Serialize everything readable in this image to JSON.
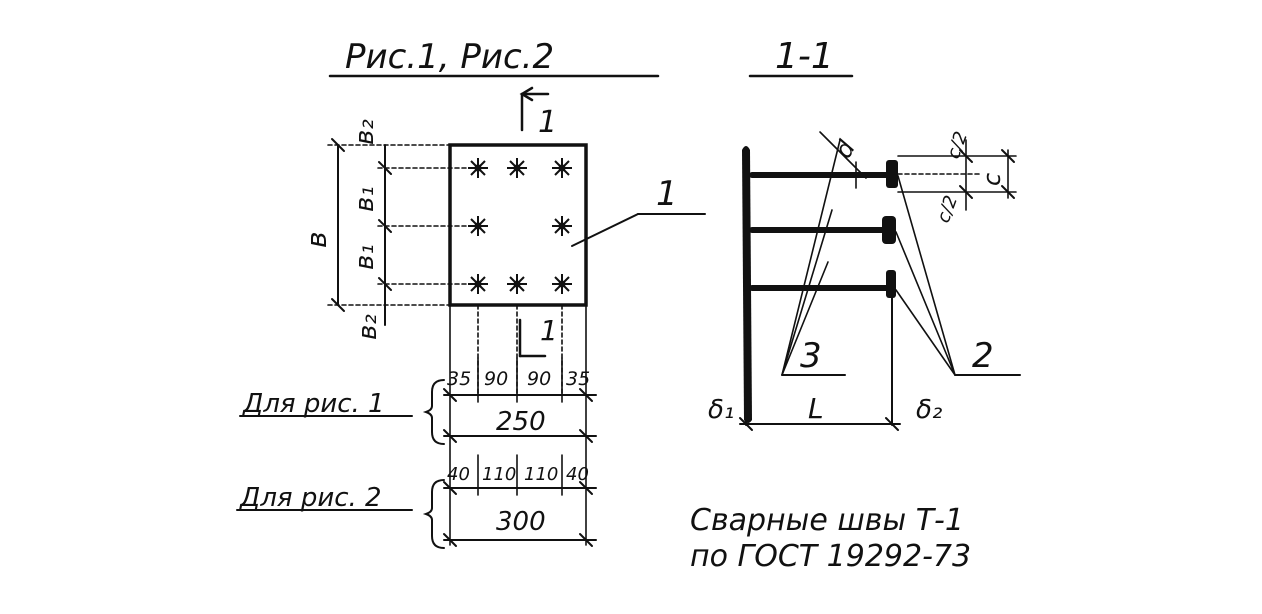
{
  "titles": {
    "figures": "Рис.1, Рис.2",
    "section": "1-1"
  },
  "plan": {
    "section_mark": "1",
    "callout_1": "1",
    "dim_B": "в",
    "dim_b1_top": "в₁",
    "dim_b1_bottom": "в₁",
    "dim_b2_top": "в₂",
    "dim_b2_bottom": "в₂"
  },
  "fig1": {
    "label": "Для рис. 1",
    "spacings": [
      "35",
      "90",
      "90",
      "35"
    ],
    "total": "250"
  },
  "fig2": {
    "label": "Для рис. 2",
    "spacings": [
      "40",
      "110",
      "110",
      "40"
    ],
    "total": "300"
  },
  "section_view": {
    "dim_d": "d",
    "dim_c": "c",
    "dim_c2_top": "c/2",
    "dim_c2_bottom": "c/2",
    "thickness_left": "δ₁",
    "thickness_right": "δ₂",
    "length": "L",
    "callout_2": "2",
    "callout_3": "3"
  },
  "note": {
    "line1": "Сварные швы Т-1",
    "line2": "по ГОСТ 19292-73"
  }
}
